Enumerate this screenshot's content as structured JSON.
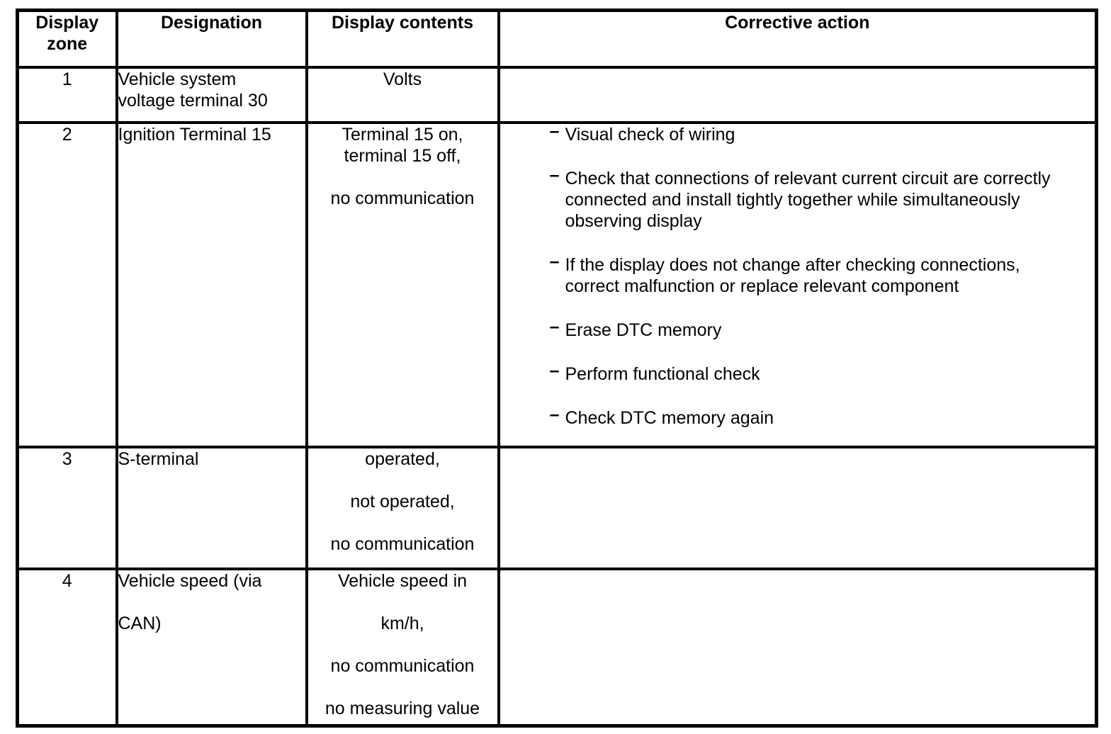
{
  "page": {
    "background_color": "#ffffff",
    "text_color": "#000000",
    "border_color": "#000000"
  },
  "table": {
    "bullet_glyph": "–",
    "headers": {
      "zone": "Display\nzone",
      "designation": "Designation",
      "contents": "Display contents",
      "action": "Corrective action"
    },
    "rows": [
      {
        "zone": "1",
        "designation": "Vehicle system\nvoltage terminal 30",
        "contents": "Volts",
        "actions": []
      },
      {
        "zone": "2",
        "designation": "Ignition Terminal 15",
        "contents": "Terminal 15 on,\nterminal 15 off,\n\nno communication",
        "actions": [
          "Visual check of wiring",
          "Check that connections of relevant current circuit are correctly\nconnected and install tightly together while simultaneously\nobserving display",
          "If the display does not change after checking connections,\ncorrect malfunction or replace relevant component",
          "Erase DTC memory",
          "Perform functional check",
          "Check DTC memory again"
        ]
      },
      {
        "zone": "3",
        "designation": "S-terminal",
        "contents": "operated,\n\nnot operated,\n\nno communication",
        "actions": []
      },
      {
        "zone": "4",
        "designation": "Vehicle speed (via\n\nCAN)",
        "contents": "Vehicle speed in\n\nkm/h,\n\nno communication\n\nno measuring value",
        "actions": []
      }
    ]
  }
}
